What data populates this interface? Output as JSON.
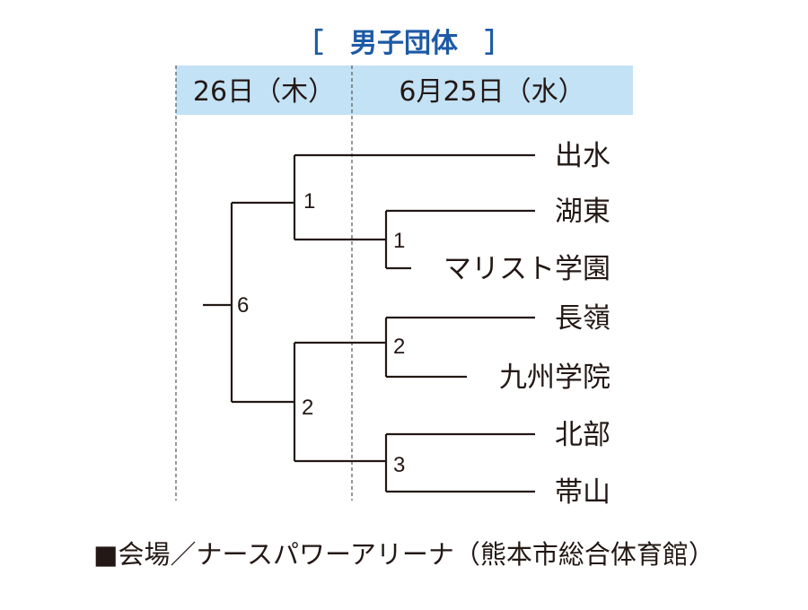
{
  "title": "［　男子団体　］",
  "dates": {
    "day2": "26日（木）",
    "day1": "6月25日（水）"
  },
  "teams": [
    "出水",
    "湖東",
    "マリスト学園",
    "長嶺",
    "九州学院",
    "北部",
    "帯山"
  ],
  "match_numbers": {
    "qf1": "1",
    "qf2": "2",
    "qf3": "3",
    "r1": "1",
    "sf1": "1",
    "sf2": "2",
    "final": "6"
  },
  "venue": "■会場／ナースパワーアリーナ（熊本市総合体育館）",
  "colors": {
    "title": "#1d5aa6",
    "date_band": "#c3e2f5",
    "line": "#231815"
  }
}
